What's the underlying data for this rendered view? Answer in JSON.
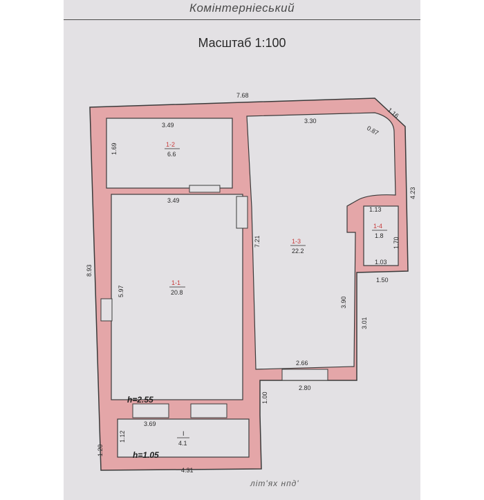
{
  "header": {
    "district": "Комінтерніеський",
    "scale": "Масштаб 1:100"
  },
  "plan": {
    "dimensions": {
      "top_total": "7.68",
      "top_bevel": "1.16",
      "corner_arc": "0.87",
      "room2_width": "3.49",
      "room2_height": "1.69",
      "room1_top": "3.49",
      "room1_height": "5.97",
      "left_total": "8.93",
      "room3_top": "3.30",
      "room3_height": "7.21",
      "right_upper": "4.23",
      "room4_top": "1.13",
      "room4_height": "1.70",
      "room4_bottom": "1.03",
      "step_width": "1.50",
      "room3_lower": "3.90",
      "right_lower": "3.01",
      "room3_bottom": "2.66",
      "outer_bottom": "2.80",
      "notch": "1.00",
      "room5_width": "3.69",
      "room5_height": "1.12",
      "vestibule_height": "1.20",
      "bottom_total": "4.31"
    },
    "rooms": {
      "room1_label": "1-1",
      "room1_area": "20.8",
      "room2_label": "1-2",
      "room2_area": "6.6",
      "room3_label": "1-3",
      "room3_area": "22.2",
      "room4_label": "1-4",
      "room4_area": "1.8",
      "room5_label": "I",
      "room5_area": "4.1"
    },
    "heights": {
      "main": "h=2.55",
      "vestibule": "h=1.05"
    },
    "colors": {
      "wall": "#e4a6a8",
      "wall_line": "#3a3a3a",
      "paper": "#e3e1e4"
    }
  },
  "footer": {
    "letter": "літ'ях нпд'"
  }
}
